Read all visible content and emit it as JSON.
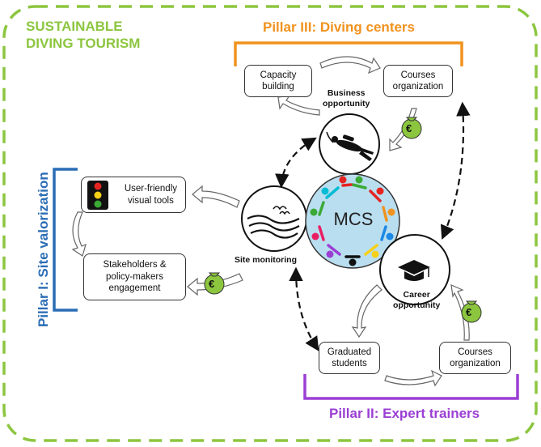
{
  "title": {
    "line1": "SUSTAINABLE",
    "line2": "DIVING TOURISM"
  },
  "pillars": {
    "p3": "Pillar III: Diving centers",
    "p2": "Pillar II: Expert trainers",
    "p1": "Pillar I: Site valorization"
  },
  "boxes": {
    "capacity": {
      "l1": "Capacity",
      "l2": "building"
    },
    "courses_top": {
      "l1": "Courses",
      "l2": "organization"
    },
    "userfriendly": {
      "l1": "User-friendly",
      "l2": "visual tools"
    },
    "stakeholders": {
      "l1": "Stakeholders &",
      "l2": "policy-makers",
      "l3": "engagement"
    },
    "graduated": {
      "l1": "Graduated",
      "l2": "students"
    },
    "courses_bottom": {
      "l1": "Courses",
      "l2": "organization"
    }
  },
  "circles": {
    "business": {
      "l1": "Business",
      "l2": "opportunity"
    },
    "site": "Site monitoring",
    "career": {
      "l1": "Career",
      "l2": "opportunity"
    },
    "center": "MCS"
  },
  "money_symbol": "€",
  "colors": {
    "frame": "#8cc63f",
    "pillar3": "#f0921e",
    "pillar2": "#9b3fd4",
    "pillar1": "#2a6db5",
    "mcs_fill": "#b9def0",
    "money_bag": "#8cc63f"
  },
  "icons": [
    "diver-icon",
    "waves-birds-icon",
    "graduation-cap-icon",
    "traffic-light-icon",
    "money-bag-icon"
  ]
}
